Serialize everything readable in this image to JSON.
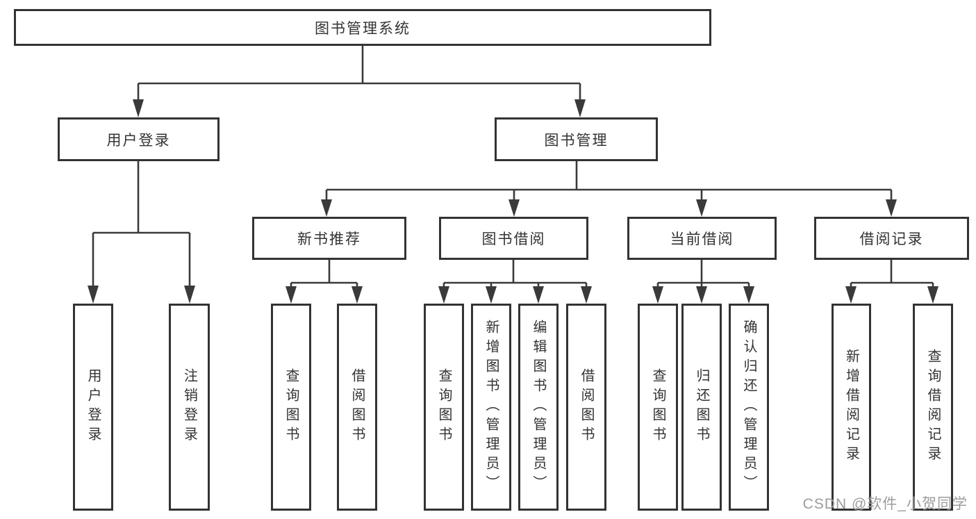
{
  "diagram_title": "图书管理系统",
  "tree": {
    "label": "图书管理系统",
    "children": [
      {
        "label": "用户登录",
        "children": [
          {
            "label": "用户登录"
          },
          {
            "label": "注销登录"
          }
        ]
      },
      {
        "label": "图书管理",
        "children": [
          {
            "label": "新书推荐",
            "children": [
              {
                "label": "查询图书"
              },
              {
                "label": "借阅图书"
              }
            ]
          },
          {
            "label": "图书借阅",
            "children": [
              {
                "label": "查询图书"
              },
              {
                "label": "新增图书（管理员）"
              },
              {
                "label": "编辑图书（管理员）"
              },
              {
                "label": "借阅图书"
              }
            ]
          },
          {
            "label": "当前借阅",
            "children": [
              {
                "label": "查询图书"
              },
              {
                "label": "归还图书"
              },
              {
                "label": "确认归还（管理员）"
              }
            ]
          },
          {
            "label": "借阅记录",
            "children": [
              {
                "label": "新增借阅记录"
              },
              {
                "label": "查询借阅记录"
              }
            ]
          }
        ]
      }
    ]
  },
  "watermark": "CSDN @软件_小贺同学",
  "colors": {
    "line": "#3a3a3a",
    "box_border": "#333333",
    "text": "#333333",
    "background": "#ffffff",
    "watermark": "#9c9c9c"
  }
}
